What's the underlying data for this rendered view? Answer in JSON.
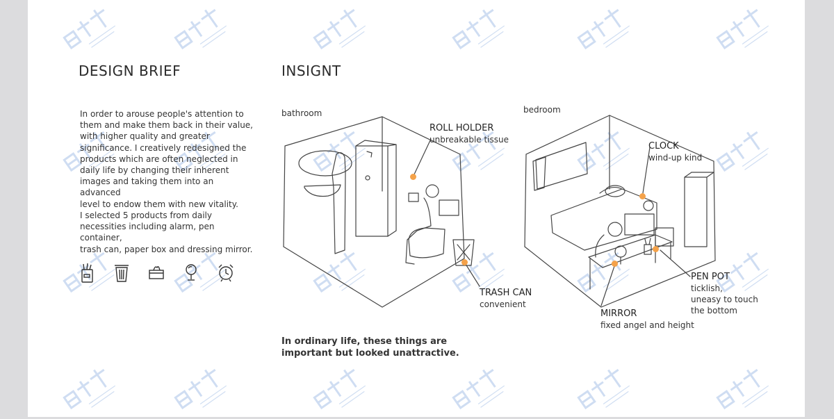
{
  "brief": {
    "heading": "DESIGN BRIEF",
    "paragraph1": "In order to arouse people's attention to\nthem and make them back in their value,\nwith higher quality and greater\nsignificance. I creatively redesigned the\nproducts which are often neglected in\ndaily life by changing their inherent\nimages and taking them into an advanced\nlevel to endow them with new vitality.",
    "paragraph2": "I selected 5 products from daily\nnecessities including alarm, pen container,\ntrash can, paper box and dressing mirror.",
    "icons": [
      "pen-container-icon",
      "trash-can-icon",
      "paper-box-icon",
      "mirror-icon",
      "alarm-clock-icon"
    ]
  },
  "insight": {
    "heading": "INSIGNT",
    "bathroom_label": "bathroom",
    "bedroom_label": "bedroom",
    "callouts": {
      "roll_holder_title": "ROLL HOLDER",
      "roll_holder_sub": "unbreakable tissue",
      "trash_can_title": "TRASH CAN",
      "trash_can_sub": "convenient",
      "clock_title": "CLOCK",
      "clock_sub": "wind-up kind",
      "pen_pot_title": "PEN POT",
      "pen_pot_sub": "ticklish,\nuneasy to touch\nthe bottom",
      "mirror_title": "MIRROR",
      "mirror_sub": "fixed angel and height"
    },
    "conclusion": "In ordinary life, these things are\nimportant but looked unattractive."
  },
  "colors": {
    "accent_dot": "#f4a24a",
    "watermark": "#a9c3e8",
    "side_margin": "#dcdcde"
  }
}
